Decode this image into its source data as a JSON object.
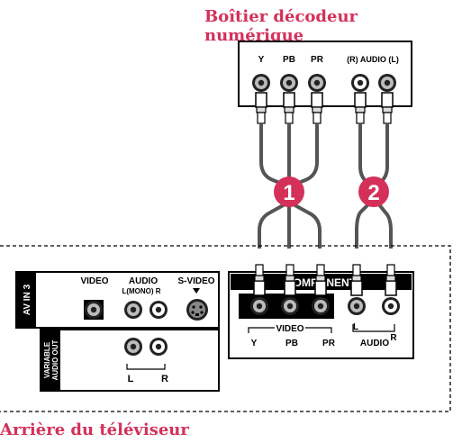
{
  "titles": {
    "settop_box": "Boîtier décodeur numérique",
    "tv_rear": "Arrière du téléviseur"
  },
  "settop_box": {
    "labels": {
      "y": "Y",
      "pb": "PB",
      "pr": "PR",
      "audio": "(R) AUDIO (L)"
    }
  },
  "cables": {
    "one": "1",
    "two": "2"
  },
  "tv": {
    "av_in3": {
      "side_label": "AV IN 3",
      "video": "VIDEO",
      "audio": "AUDIO",
      "audio_sub": "L(MONO)  R",
      "svideo": "S-VIDEO"
    },
    "variable_out": {
      "side_label": "VARIABLE AUDIO OUT",
      "l": "L",
      "r": "R"
    },
    "component": {
      "label": "COMPONENT",
      "video": "VIDEO",
      "y": "Y",
      "pb": "PB",
      "pr": "PR",
      "l": "L",
      "r": "R",
      "audio": "AUDIO"
    }
  },
  "colors": {
    "accent": "#d4305a"
  }
}
